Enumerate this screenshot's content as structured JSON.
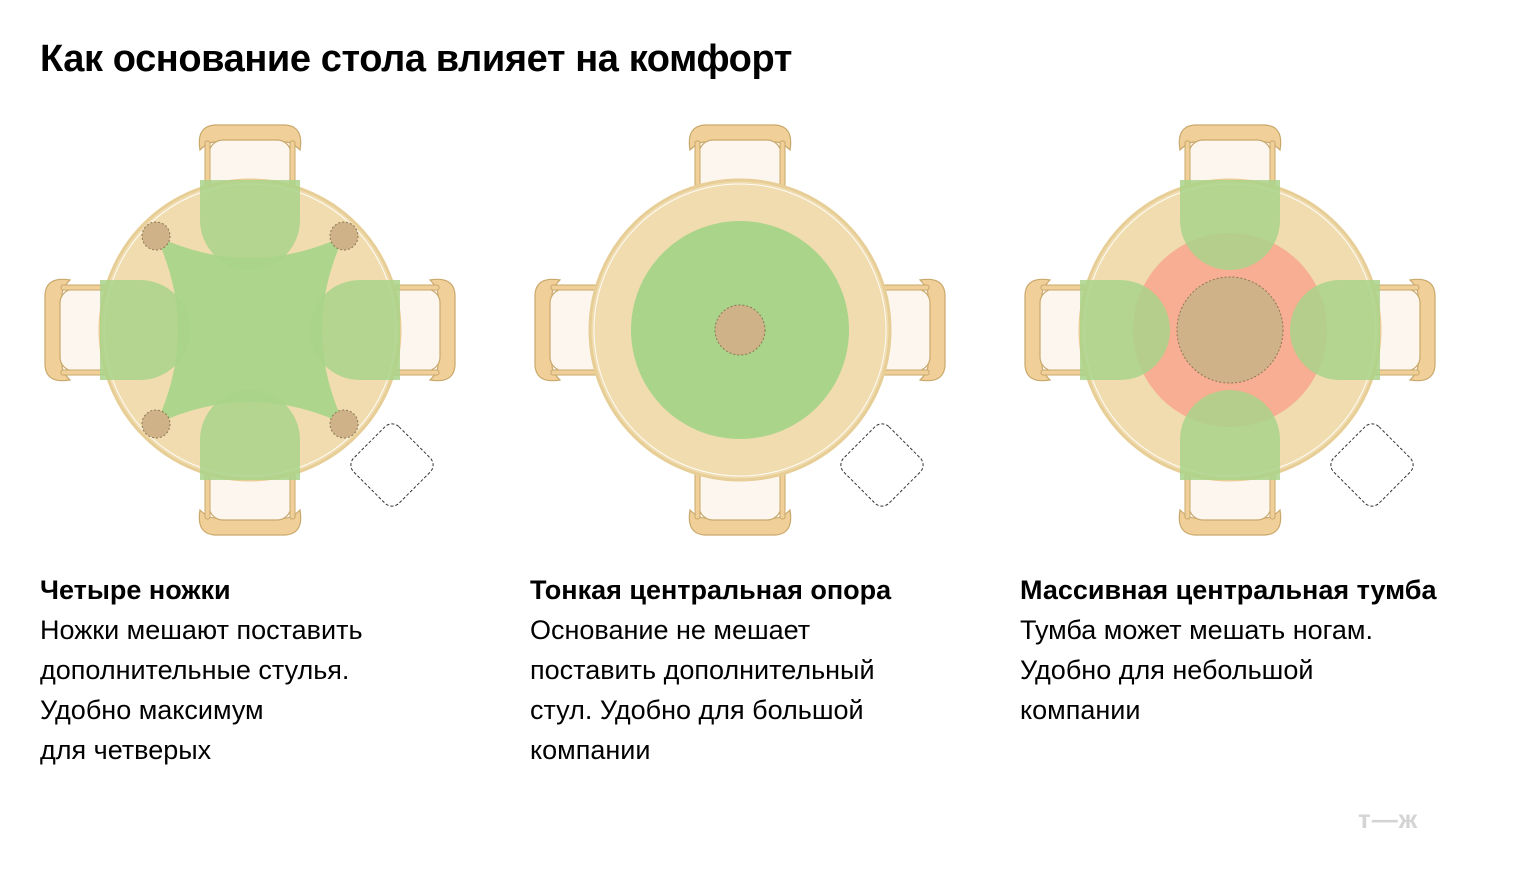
{
  "title": "Как основание стола влияет на комфорт",
  "colors": {
    "tabletop": "#f0dcaf",
    "tabletop_edge": "#e7cd96",
    "chair_frame": "#f1cf98",
    "chair_frame_stroke": "#c9a86c",
    "chair_seat": "#fcf6ee",
    "comfort_zone": "#a9d48a",
    "discomfort_zone": "#f7a98f",
    "leg": "#cfb288",
    "leg_stroke": "#8c7654"
  },
  "diagrams": [
    {
      "name": "four-legs-table",
      "base": "four-legs",
      "extra_chair": "dashed-outline"
    },
    {
      "name": "thin-pedestal-table",
      "base": "thin-pedestal",
      "extra_chair": "dashed-outline"
    },
    {
      "name": "massive-pedestal-table",
      "base": "massive-pedestal",
      "extra_chair": "dashed-outline"
    }
  ],
  "captions": [
    {
      "heading": "Четыре ножки",
      "body": "Ножки мешают поставить\nдополнительные стулья.\nУдобно максимум\nдля четверых"
    },
    {
      "heading": "Тонкая центральная опора",
      "body": "Основание не мешает\nпоставить дополнительный\nстул. Удобно для большой\nкомпании"
    },
    {
      "heading": "Массивная центральная тумба",
      "body": "Тумба может мешать ногам.\nУдобно для небольшой\nкомпании"
    }
  ],
  "logo": "т—ж"
}
